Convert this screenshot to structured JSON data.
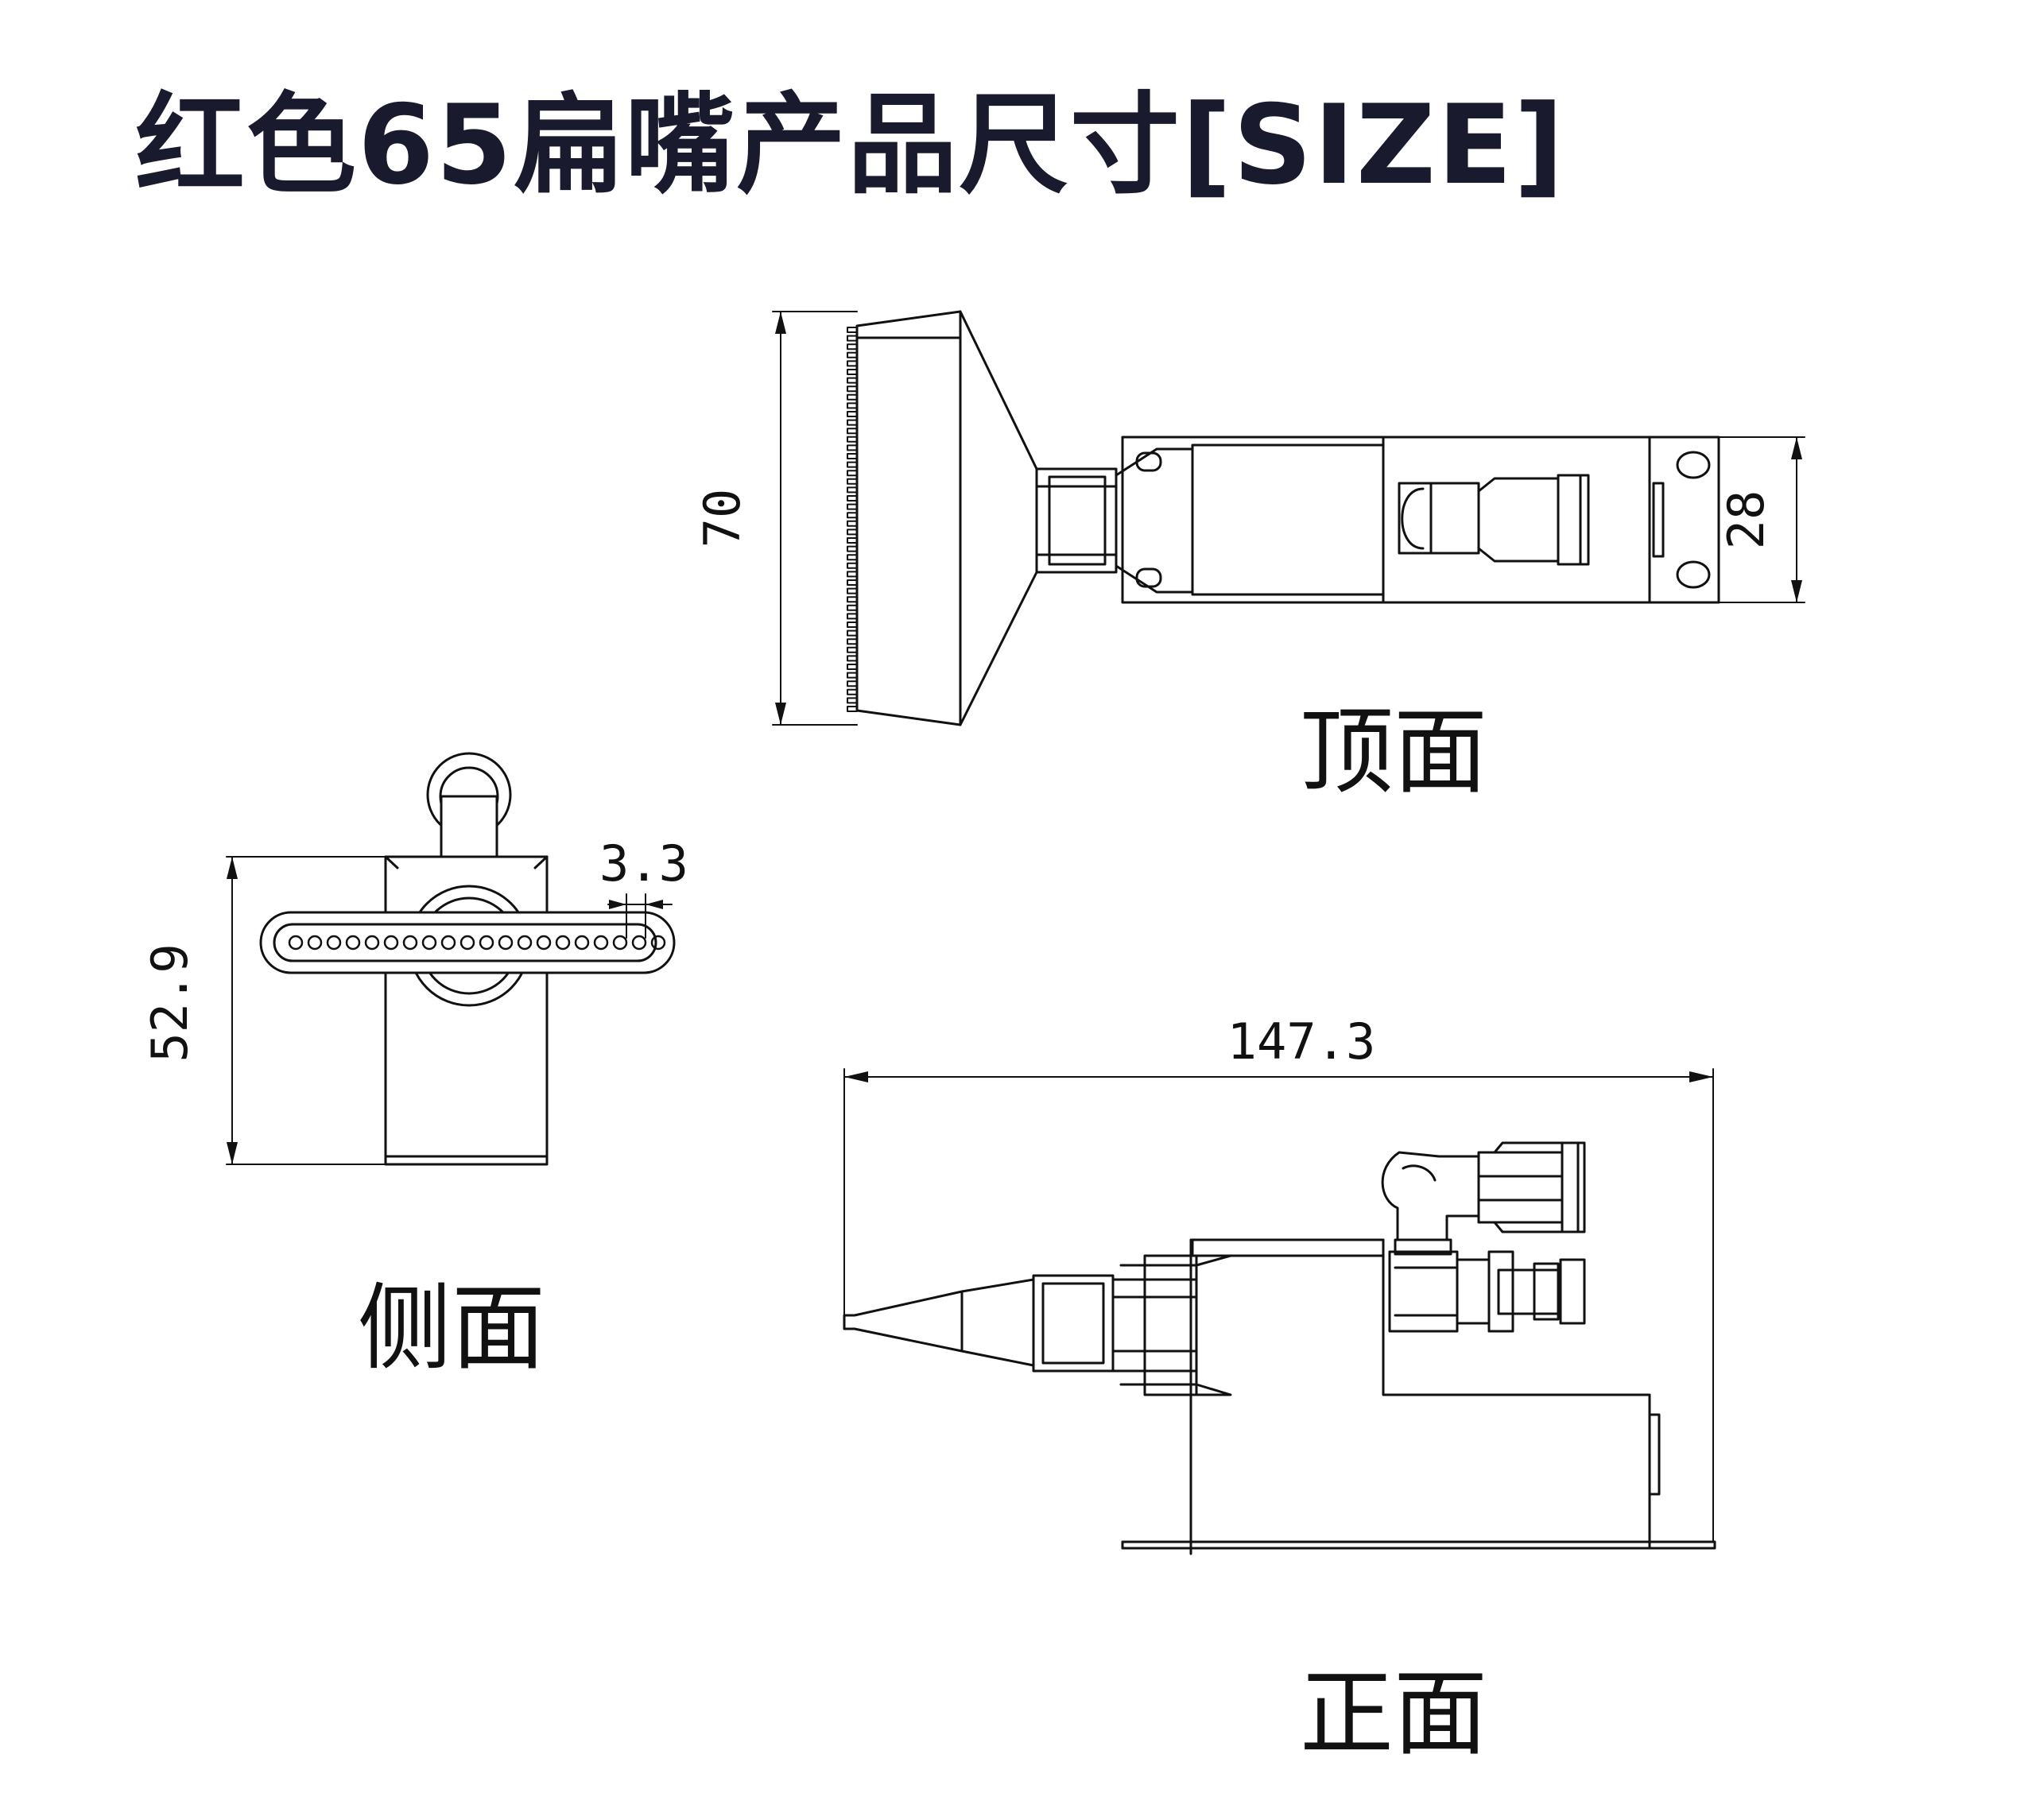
{
  "title": "红色65扁嘴产品尺寸[SIZE]",
  "views": {
    "top": "顶面",
    "side": "侧面",
    "front": "正面"
  },
  "dimensions": {
    "top_height": "70",
    "top_width": "28",
    "side_height": "52.9",
    "side_hole": "3.3",
    "front_length": "147.3"
  },
  "colors": {
    "line": "#111111",
    "title": "#1a1a2e"
  }
}
